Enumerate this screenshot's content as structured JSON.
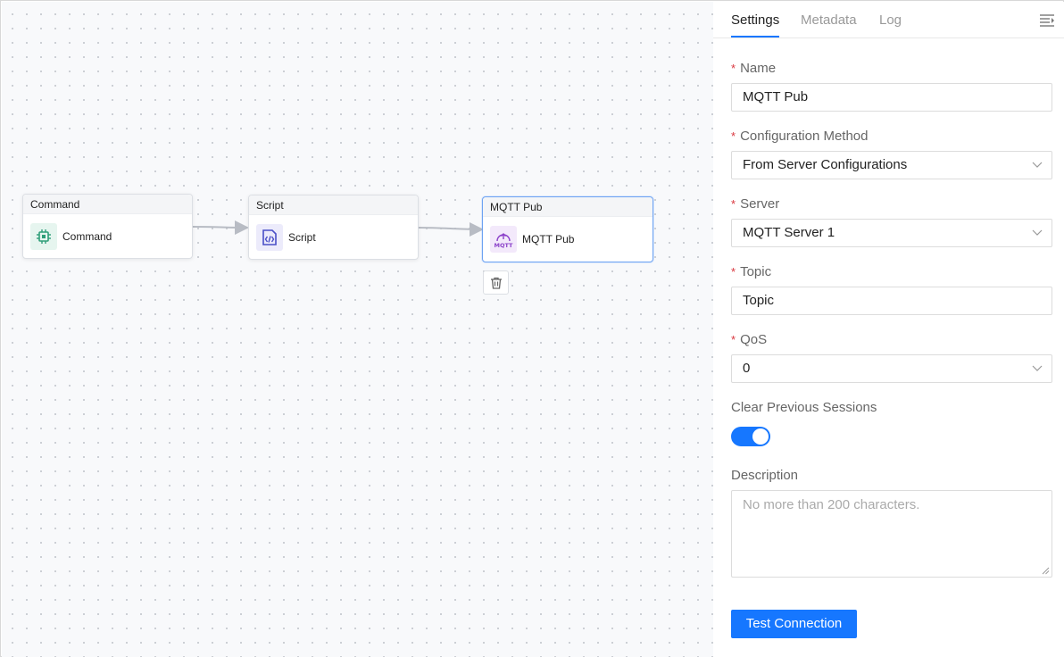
{
  "colors": {
    "accent": "#1677ff",
    "required": "#d9363e",
    "command_icon": "#2e9e78",
    "script_icon": "#4a4fc7",
    "mqtt_icon": "#8a3fc9"
  },
  "canvas": {
    "nodes": [
      {
        "id": "command",
        "header": "Command",
        "label": "Command",
        "icon": "chip-icon"
      },
      {
        "id": "script",
        "header": "Script",
        "label": "Script",
        "icon": "code-icon"
      },
      {
        "id": "mqtt",
        "header": "MQTT Pub",
        "label": "MQTT Pub",
        "icon": "mqtt-icon",
        "icon_text": "MQTT",
        "selected": true
      }
    ],
    "delete_icon": "trash-icon"
  },
  "panel": {
    "tabs": [
      {
        "label": "Settings",
        "active": true
      },
      {
        "label": "Metadata",
        "active": false
      },
      {
        "label": "Log",
        "active": false
      }
    ],
    "collapse_icon": "collapse-panel-icon",
    "required_mark": "*",
    "fields": {
      "name": {
        "label": "Name",
        "value": "MQTT Pub",
        "required": true
      },
      "config_method": {
        "label": "Configuration Method",
        "value": "From Server Configurations",
        "required": true
      },
      "server": {
        "label": "Server",
        "value": "MQTT Server 1",
        "required": true
      },
      "topic": {
        "label": "Topic",
        "value": "Topic",
        "required": true
      },
      "qos": {
        "label": "QoS",
        "value": "0",
        "required": true
      },
      "clear_sessions": {
        "label": "Clear Previous Sessions",
        "on": true
      },
      "description": {
        "label": "Description",
        "placeholder": "No more than 200 characters."
      }
    },
    "test_button": "Test Connection"
  }
}
